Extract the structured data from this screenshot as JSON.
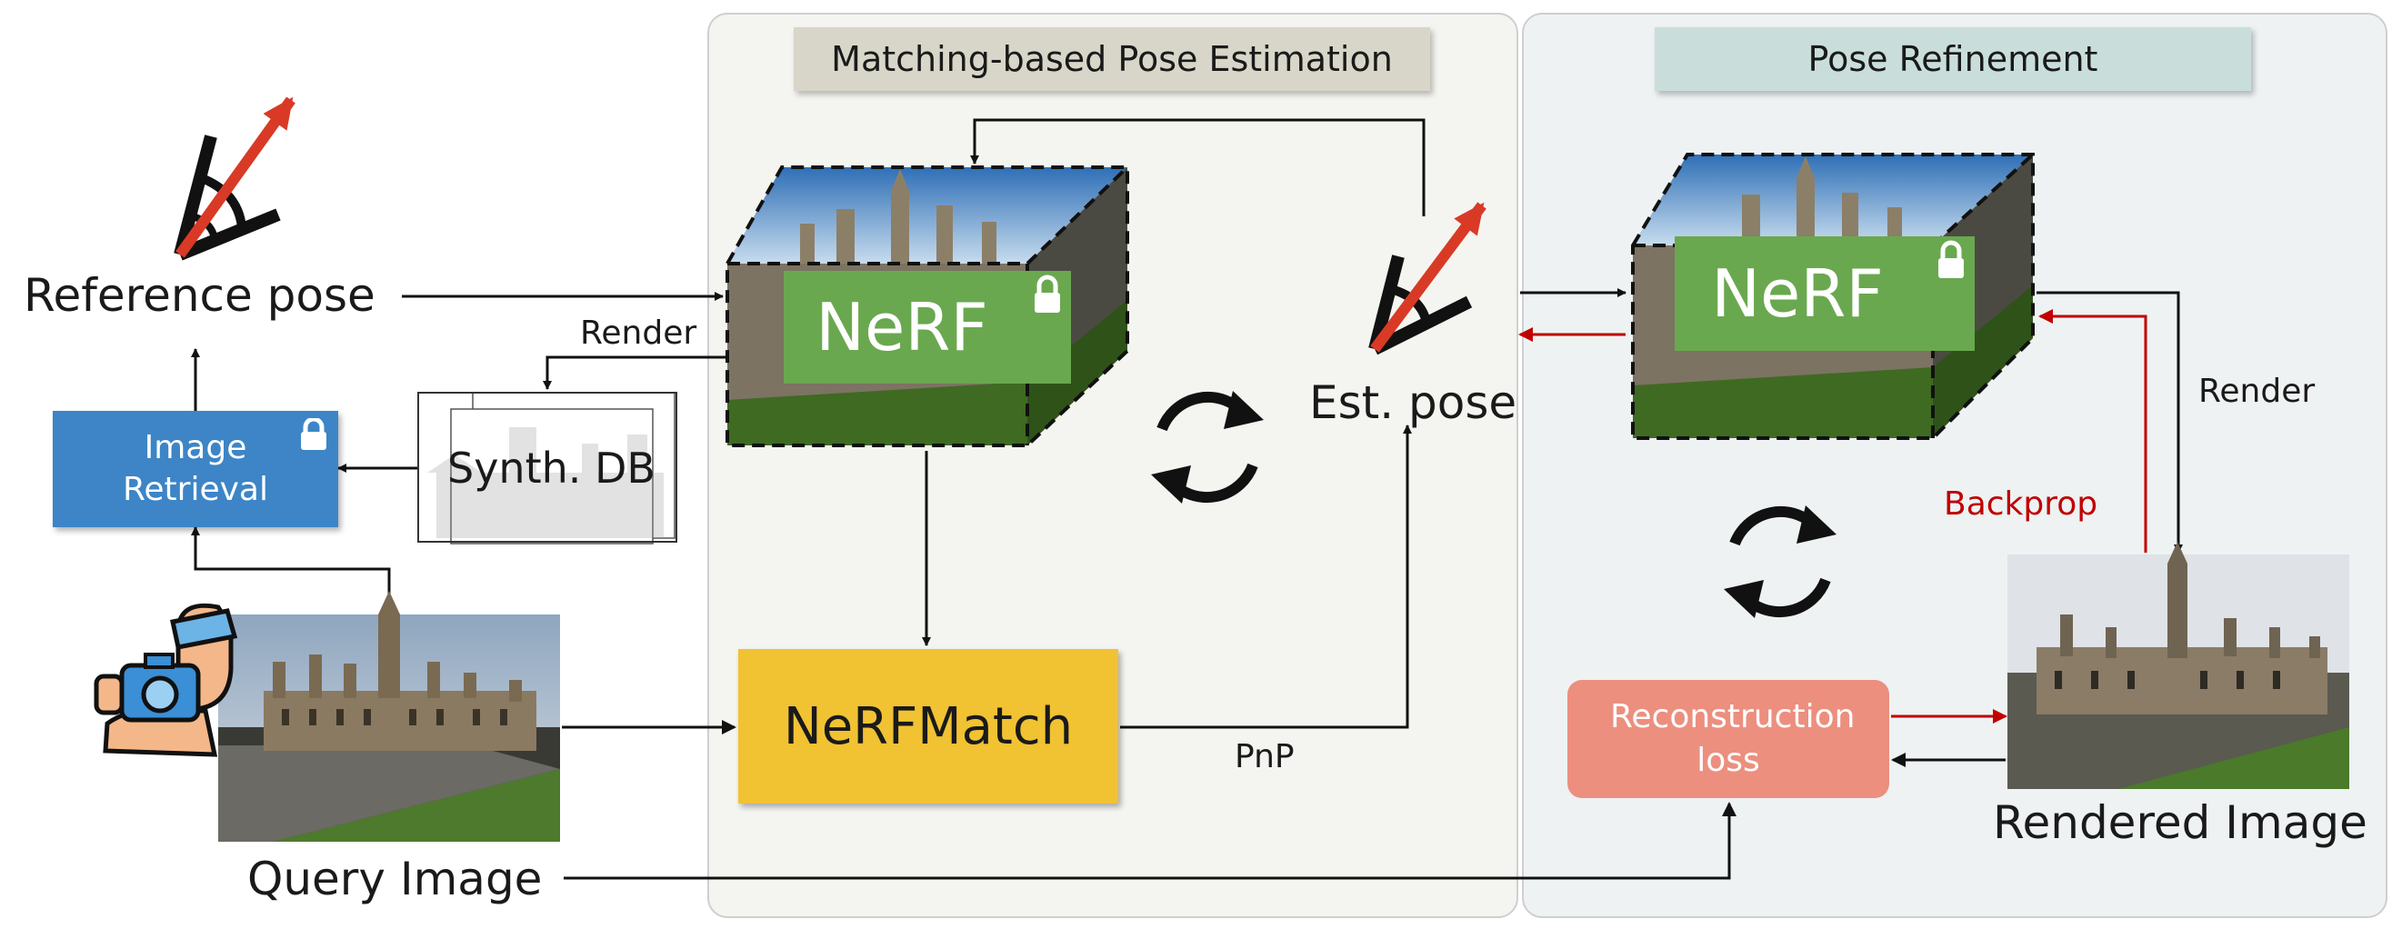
{
  "panels": {
    "matching": {
      "title": "Matching-based Pose Estimation"
    },
    "refinement": {
      "title": "Pose Refinement"
    }
  },
  "labels": {
    "reference_pose": "Reference pose",
    "render_left": "Render",
    "synth_db": "Synth. DB",
    "image_retrieval": "Image Retrieval",
    "query_image": "Query Image",
    "nerf_left": "NeRF",
    "nerfmatch": "NeRFMatch",
    "pnp": "PnP",
    "est_pose": "Est. pose",
    "nerf_right": "NeRF",
    "render_right": "Render",
    "backprop": "Backprop",
    "reconstruction_loss": "Reconstruction loss",
    "rendered_image": "Rendered Image"
  },
  "colors": {
    "nerf_green": "#6aa84f",
    "nerfmatch_yellow": "#f1c232",
    "retrieval_blue": "#3d85c6",
    "loss_salmon": "#ec8f7f",
    "backprop_red": "#c00000",
    "pose_arrow_red": "#d93a26",
    "matching_title_bg": "#d8d6c8",
    "refinement_title_bg": "#c9dedb"
  },
  "icons": [
    "camera-pose-icon",
    "lock-icon",
    "cycle-arrows-icon",
    "photographer-icon"
  ]
}
